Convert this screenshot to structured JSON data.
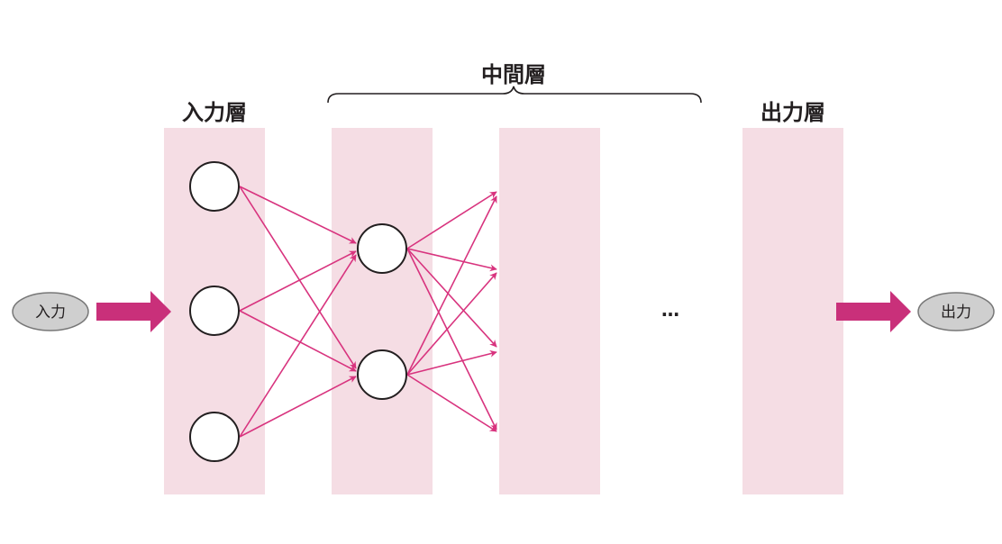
{
  "labels": {
    "input_layer": "入力層",
    "hidden_layer": "中間層",
    "output_layer": "出力層",
    "input": "入力",
    "output": "出力",
    "ellipsis": "…"
  },
  "colors": {
    "layer_band": "#f5dde4",
    "connection": "#d8337e",
    "big_arrow": "#c9307a",
    "neuron_stroke": "#231f20",
    "oval_fill": "#cfcfcf",
    "oval_stroke": "#777777",
    "brace": "#231f20"
  }
}
